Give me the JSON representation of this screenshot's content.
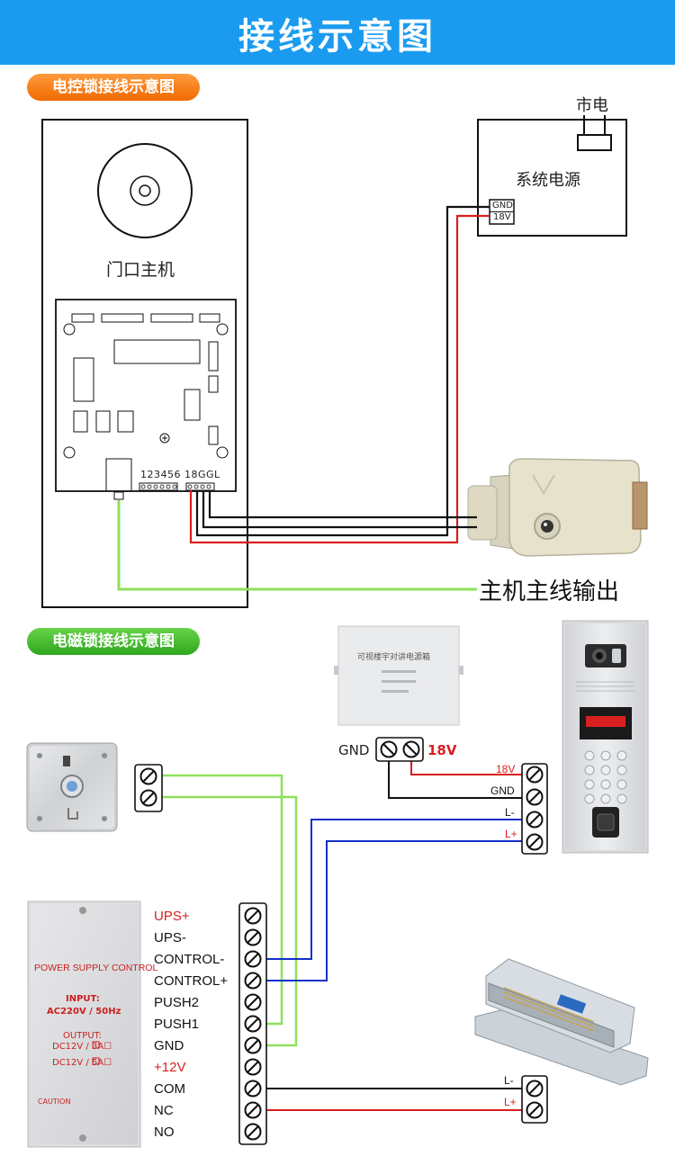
{
  "header": {
    "title": "接线示意图"
  },
  "section1": {
    "badge": "电控锁接线示意图",
    "host_label": "门口主机",
    "pcb_digits": "123456",
    "pcb_power": "18GGL",
    "mains_label": "市电",
    "psu_label": "系统电源",
    "psu_gnd": "GND",
    "psu_18v": "18V",
    "output_label": "主机主线输出"
  },
  "section2": {
    "badge": "电磁锁接线示意图",
    "adapter_text": "可视楼宇对讲电源箱",
    "adapter_gnd": "GND",
    "adapter_18v": "18V",
    "panel_terms": [
      "18V",
      "GND",
      "L-",
      "L+"
    ],
    "psu_box": {
      "title": "POWER SUPPLY CONTROL",
      "input_label": "INPUT:",
      "input_value": "AC220V / 50Hz",
      "output_label": "OUTPUT:",
      "output_1": "DC12V / 3A☐",
      "output_2": "DC12V / 5A☐",
      "caution": "CAUTION"
    },
    "strip_labels": [
      "UPS+",
      "UPS-",
      "CONTROL-",
      "CONTROL+",
      "PUSH2",
      "PUSH1",
      "GND",
      "+12V",
      "COM",
      "NC",
      "NO"
    ],
    "maglock_terms": [
      "L-",
      "L+"
    ]
  },
  "colors": {
    "blue": "#1a9bf0",
    "orange": "#f07d10",
    "green": "#3bb52a",
    "wire_green": "#8ee05a",
    "wire_red": "#d81e1e",
    "wire_blue": "#1030c8"
  }
}
